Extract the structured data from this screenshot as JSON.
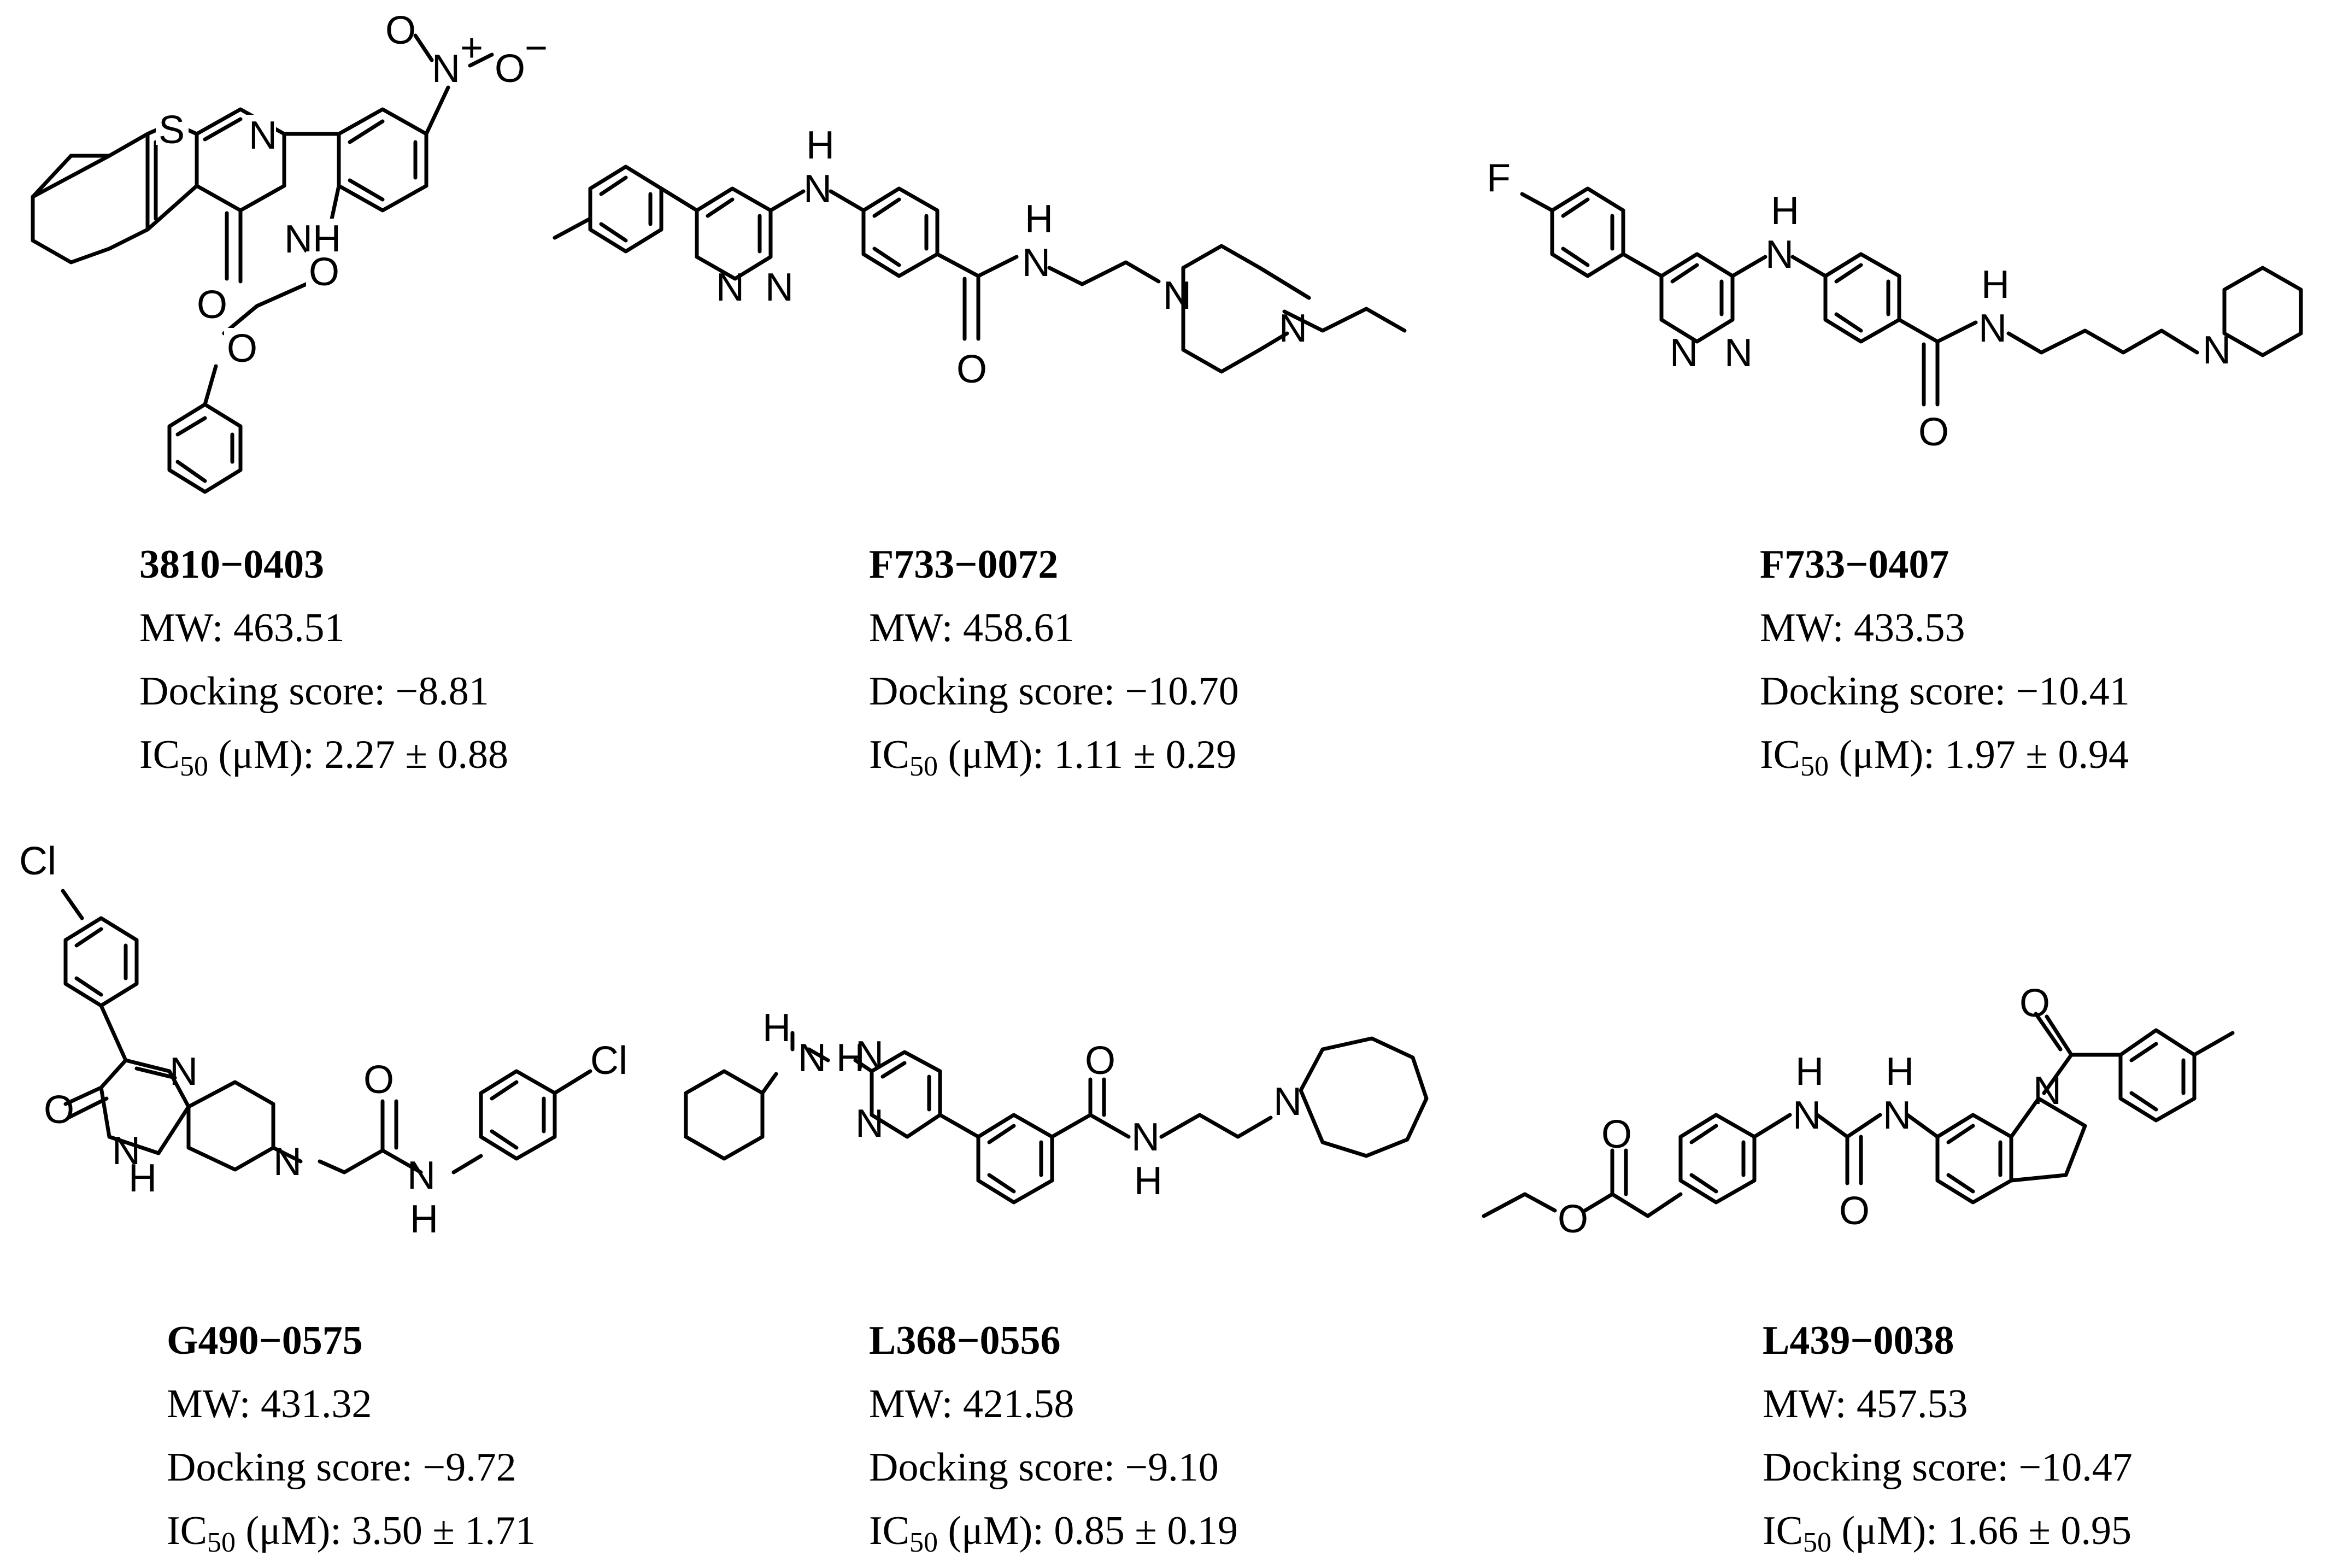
{
  "compounds": [
    {
      "code": "3810−0403",
      "mw_label": "MW: ",
      "mw": "463.51",
      "dock_label": "Docking score: ",
      "dock": "−8.81",
      "ic_prefix": "IC",
      "ic_sub": "50",
      "ic_suffix": " (μM): ",
      "ic": "2.27 ± 0.88"
    },
    {
      "code": "F733−0072",
      "mw_label": "MW: ",
      "mw": "458.61",
      "dock_label": "Docking score: ",
      "dock": "−10.70",
      "ic_prefix": "IC",
      "ic_sub": "50",
      "ic_suffix": " (μM): ",
      "ic": "1.11 ± 0.29"
    },
    {
      "code": "F733−0407",
      "mw_label": "MW: ",
      "mw": "433.53",
      "dock_label": "Docking score: ",
      "dock": "−10.41",
      "ic_prefix": "IC",
      "ic_sub": "50",
      "ic_suffix": " (μM): ",
      "ic": "1.97 ± 0.94"
    },
    {
      "code": "G490−0575",
      "mw_label": "MW: ",
      "mw": "431.32",
      "dock_label": "Docking score: ",
      "dock": "−9.72",
      "ic_prefix": "IC",
      "ic_sub": "50",
      "ic_suffix": " (μM): ",
      "ic": "3.50 ± 1.71"
    },
    {
      "code": "L368−0556",
      "mw_label": "MW: ",
      "mw": "421.58",
      "dock_label": "Docking score: ",
      "dock": "−9.10",
      "ic_prefix": "IC",
      "ic_sub": "50",
      "ic_suffix": " (μM): ",
      "ic": "0.85 ± 0.19"
    },
    {
      "code": "L439−0038",
      "mw_label": "MW: ",
      "mw": "457.53",
      "dock_label": "Docking score: ",
      "dock": "−10.47",
      "ic_prefix": "IC",
      "ic_sub": "50",
      "ic_suffix": " (μM): ",
      "ic": "1.66 ± 0.95"
    }
  ],
  "atoms": {
    "s": "S",
    "n": "N",
    "nh": "NH",
    "o": "O",
    "h": "H",
    "f": "F",
    "cl": "Cl",
    "n_plus": "N",
    "plus": "+",
    "o_minus": "O",
    "minus": "−"
  }
}
